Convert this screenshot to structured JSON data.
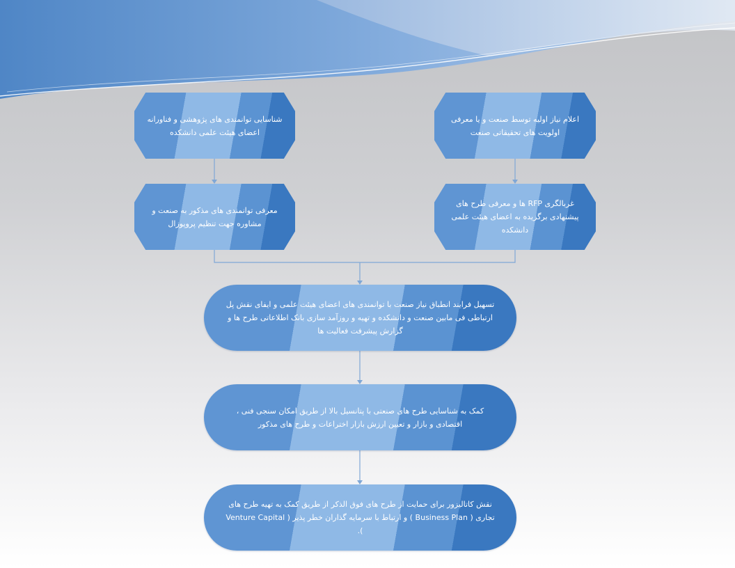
{
  "diagram": {
    "nodes": [
      {
        "id": "n1",
        "text": "شناسایی توانمندی های پژوهشی و فناورانه اعضای هیئت علمی دانشکده"
      },
      {
        "id": "n2",
        "text": "اعلام نیاز اولیه توسط صنعت و یا معرفی اولویت های تحقیقاتی صنعت"
      },
      {
        "id": "n3",
        "text": "معرفی توانمندی های مذکور به صنعت و مشاوره جهت تنظیم پروپوزال"
      },
      {
        "id": "n4",
        "text": "غربالگری RFP ها و معرفی طرح های پیشنهادی برگزیده به اعضای هیئت علمی دانشکده"
      },
      {
        "id": "n5",
        "text": "تسهیل فرایند انطباق نیاز صنعت با توانمندی های اعضای هیئت علمی و ایفای نقش پل ارتباطی فی مابین صنعت و دانشکده و تهیه و روزآمد سازی بانک اطلاعاتی طرح ها و گزارش پیشرفت فعالیت ها"
      },
      {
        "id": "n6",
        "text": "کمک به شناسایی طرح های صنعتی با پتانسیل بالا از طریق امکان سنجی فنی ، اقتصادی و بازار و تعیین ارزش بازار اختراعات و طرح های مذکور"
      },
      {
        "id": "n7",
        "text": "نقش کاتالیزور برای حمایت از طرح های فوق الذکر از طریق کمک به تهیه طرح های تجاری ( Business Plan ) و ارتباط با سرمایه گذاران خطر پذیر ( Venture Capital )."
      }
    ],
    "edges": [
      {
        "from": "n1",
        "to": "n3"
      },
      {
        "from": "n2",
        "to": "n4"
      },
      {
        "from": "n3",
        "to": "n5"
      },
      {
        "from": "n4",
        "to": "n5"
      },
      {
        "from": "n5",
        "to": "n6"
      },
      {
        "from": "n6",
        "to": "n7"
      }
    ]
  }
}
